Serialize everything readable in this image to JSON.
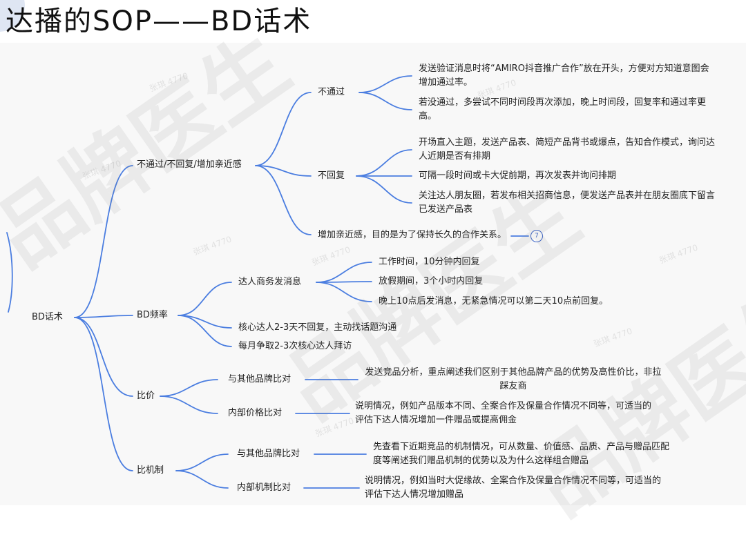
{
  "title": "达播的SOP——BD话术",
  "watermark": {
    "text": "品牌医生",
    "small_text": "张琪 4770"
  },
  "root": "BD话术",
  "branches": {
    "b1": {
      "label": "不通过/不回复/增加亲近感",
      "sub1": {
        "label": "不通过",
        "leaves": [
          "发送验证消息时将“AMIRO抖音推广合作”放在开头，方便对方知道意图会增加通过率。",
          "若没通过，多尝试不同时间段再次添加，晚上时间段，回复率和通过率更高。"
        ]
      },
      "sub2": {
        "label": "不回复",
        "leaves": [
          "开场直入主题，发送产品表、简短产品背书或爆点，告知合作模式，询问达人近期是否有排期",
          "可隔一段时间或卡大促前期，再次发表并询问排期",
          "关注达人朋友圈，若发布相关招商信息，便发送产品表并在朋友圈底下留言已发送产品表"
        ]
      },
      "sub3": {
        "label": "增加亲近感，目的是为了保持长久的合作关系。",
        "badge": "7"
      }
    },
    "b2": {
      "label": "BD频率",
      "sub1": {
        "label": "达人商务发消息",
        "leaves": [
          "工作时间，10分钟内回复",
          "放假期间，3个小时内回复",
          "晚上10点后发消息，无紧急情况可以第二天10点前回复。"
        ]
      },
      "sub2": {
        "label": "核心达人2-3天不回复，主动找话题沟通"
      },
      "sub3": {
        "label": "每月争取2-3次核心达人拜访"
      }
    },
    "b3": {
      "label": "比价",
      "sub1": {
        "label": "与其他品牌比对",
        "leaf": "发送竞品分析，重点阐述我们区别于其他品牌产品的优势及高性价比，非拉踩友商"
      },
      "sub2": {
        "label": "内部价格比对",
        "leaf": "说明情况，例如产品版本不同、全案合作及保量合作情况不同等，可适当的评估下达人情况增加一件赠品或提高佣金"
      }
    },
    "b4": {
      "label": "比机制",
      "sub1": {
        "label": "与其他品牌比对",
        "leaf": "先查看下近期竞品的机制情况，可从数量、价值感、品质、产品与赠品匹配度等阐述我们赠品机制的优势以及为什么这样组合赠品"
      },
      "sub2": {
        "label": "内部机制比对",
        "leaf": "说明情况，例如当时大促缘故、全案合作及保量合作情况不同等，可适当的评估下达人情况增加赠品"
      }
    }
  },
  "colors": {
    "edge": "#4a7de0",
    "badge": "#3a64c8"
  }
}
